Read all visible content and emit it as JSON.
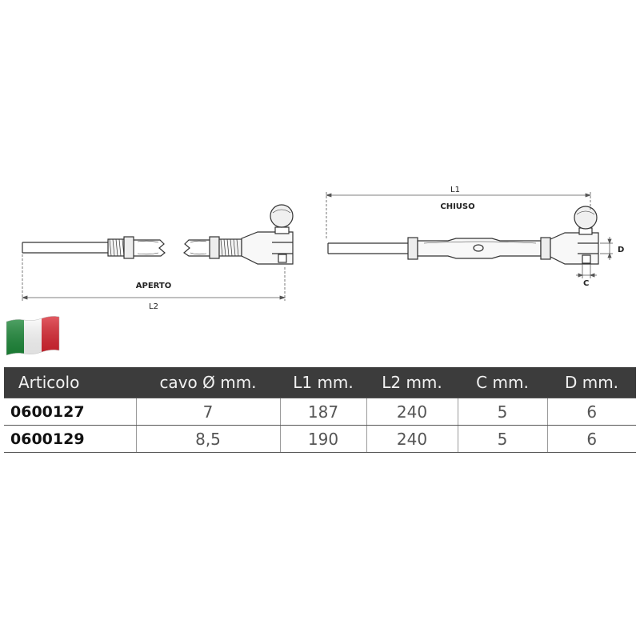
{
  "drawing": {
    "open_label": "APERTO",
    "open_length_label": "L2",
    "closed_label": "CHIUSO",
    "closed_length_label": "L1",
    "dim_c_label": "C",
    "dim_d_label": "D"
  },
  "flag": {
    "icon": "italian-flag-icon",
    "colors": [
      "#1e8a3a",
      "#ffffff",
      "#d9232e"
    ]
  },
  "table": {
    "headers": [
      "Articolo",
      "cavo Ø mm.",
      "L1 mm.",
      "L2 mm.",
      "C mm.",
      "D mm."
    ],
    "rows": [
      [
        "0600127",
        "7",
        "187",
        "240",
        "5",
        "6"
      ],
      [
        "0600129",
        "8,5",
        "190",
        "240",
        "5",
        "6"
      ]
    ],
    "header_bg": "#3c3c3c"
  }
}
